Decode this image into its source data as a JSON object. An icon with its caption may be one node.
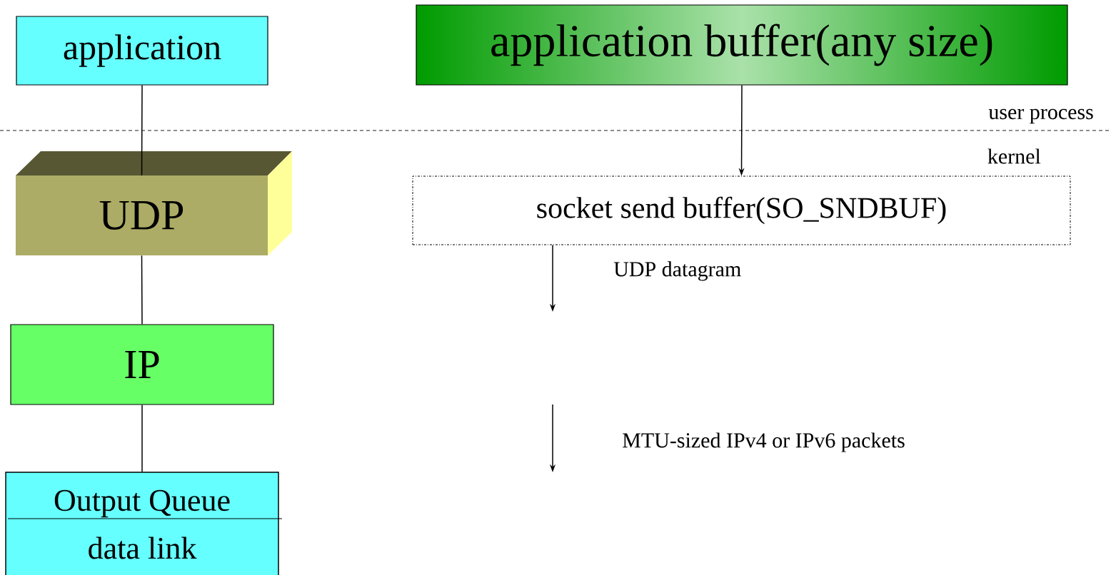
{
  "diagram": {
    "nodes": [
      {
        "text": [
          "application"
        ]
      },
      {
        "text": [
          "application buffer(any size)"
        ]
      },
      {
        "text": [
          "UDP"
        ]
      },
      {
        "text": [
          "socket send buffer(SO_SNDBUF)"
        ]
      },
      {
        "text": [
          "IP"
        ]
      },
      {
        "text": [
          "Output Queue",
          "data link"
        ]
      }
    ],
    "edges": [
      {
        "from": 0,
        "to": 2,
        "arrow": "none"
      },
      {
        "from": 2,
        "to": 4,
        "arrow": "none"
      },
      {
        "from": 4,
        "to": 5,
        "arrow": "none"
      },
      {
        "from": 1,
        "to": 3,
        "arrow": "to"
      },
      {
        "from": 3,
        "to": null,
        "arrow": "to",
        "label": "UDP datagram"
      }
    ],
    "labels": [
      "user process",
      "kernel",
      "MTU-sized IPv4 or IPv6 packets"
    ]
  }
}
